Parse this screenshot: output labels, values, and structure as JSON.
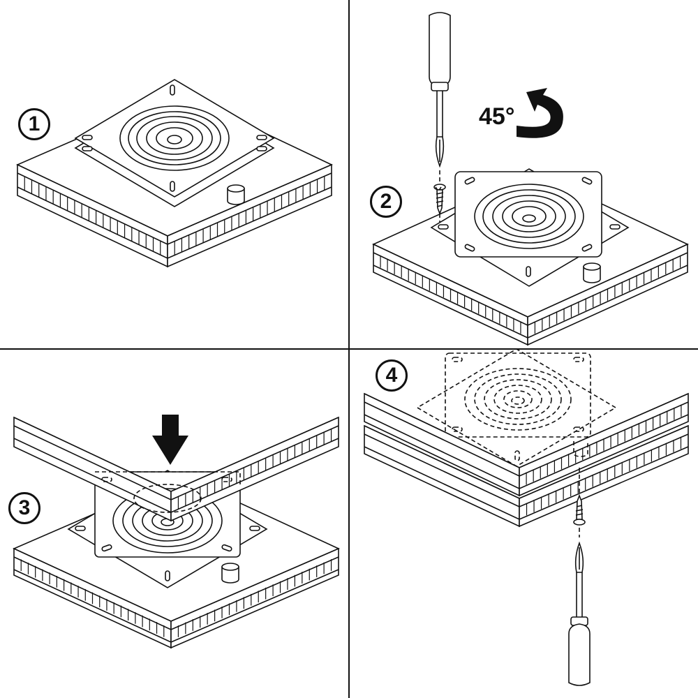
{
  "steps": [
    {
      "number": "1",
      "icon": "circled-one-icon"
    },
    {
      "number": "2",
      "icon": "circled-two-icon",
      "rotation_label": "45°"
    },
    {
      "number": "3",
      "icon": "circled-three-icon"
    },
    {
      "number": "4",
      "icon": "circled-four-icon"
    }
  ],
  "colors": {
    "line": "#111111",
    "background": "#ffffff"
  }
}
